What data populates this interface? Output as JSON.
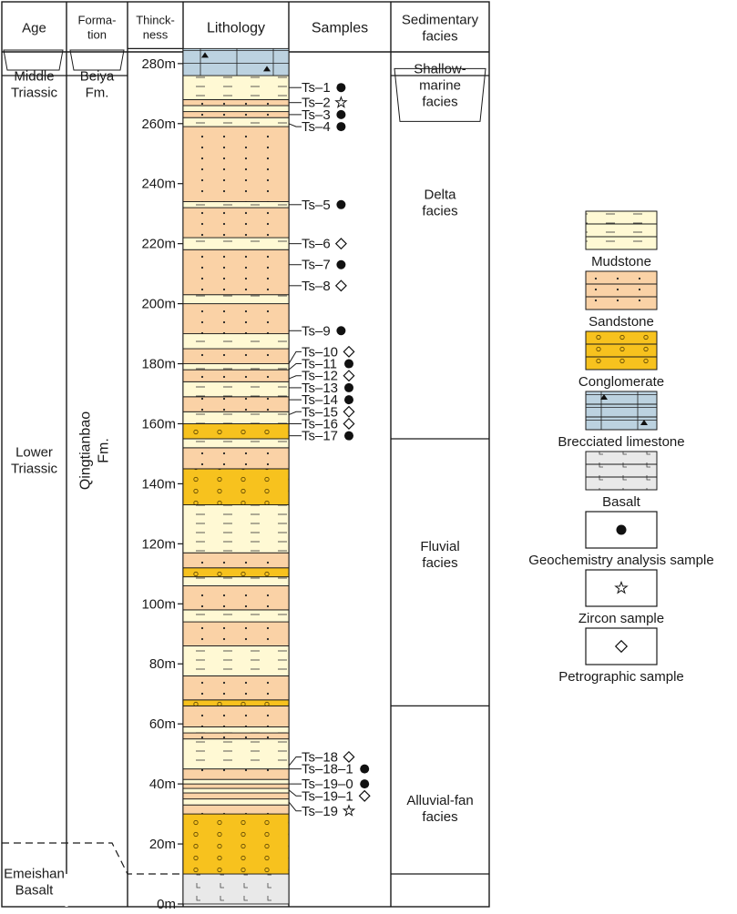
{
  "headers": {
    "age": "Age",
    "formation": [
      "Forma-",
      "tion"
    ],
    "thickness": [
      "Thinck-",
      "ness"
    ],
    "lithology": "Lithology",
    "samples": "Samples",
    "facies": [
      "Sedimentary",
      "facies"
    ]
  },
  "age": {
    "middle": [
      "Middle",
      "Triassic"
    ],
    "lower": [
      "Lower",
      "Triassic"
    ],
    "emeishan": [
      "Emeishan",
      "Basalt"
    ]
  },
  "formation": {
    "beiya": [
      "Beiya",
      "Fm."
    ],
    "qingtianbao": [
      "Qingtianbao",
      "Fm."
    ]
  },
  "depth_unit": "m",
  "depth_ticks": [
    0,
    20,
    40,
    60,
    80,
    100,
    120,
    140,
    160,
    180,
    200,
    220,
    240,
    260,
    280
  ],
  "facies": [
    {
      "label": [
        "Shallow-",
        "marine",
        "facies"
      ],
      "from": 276,
      "to": 285,
      "arrow": true
    },
    {
      "label": [
        "Delta",
        "facies"
      ],
      "from": 155,
      "to": 276
    },
    {
      "label": [
        "Fluvial",
        "facies"
      ],
      "from": 66,
      "to": 155
    },
    {
      "label": [
        "Alluvial-fan",
        "facies"
      ],
      "from": 10,
      "to": 66
    },
    {
      "label": [],
      "from": 0,
      "to": 10
    }
  ],
  "lithology": [
    {
      "type": "basalt",
      "from": 0,
      "to": 10
    },
    {
      "type": "conglomerate",
      "from": 10,
      "to": 30
    },
    {
      "type": "sandstone",
      "from": 30,
      "to": 33
    },
    {
      "type": "mudstone",
      "from": 33,
      "to": 35
    },
    {
      "type": "sandstone",
      "from": 35,
      "to": 37
    },
    {
      "type": "mudstone",
      "from": 37,
      "to": 38.5
    },
    {
      "type": "sandstone",
      "from": 38.5,
      "to": 40
    },
    {
      "type": "mudstone",
      "from": 40,
      "to": 41.5
    },
    {
      "type": "sandstone",
      "from": 41.5,
      "to": 45
    },
    {
      "type": "mudstone",
      "from": 45,
      "to": 55
    },
    {
      "type": "sandstone",
      "from": 55,
      "to": 57
    },
    {
      "type": "mudstone",
      "from": 57,
      "to": 59
    },
    {
      "type": "sandstone",
      "from": 59,
      "to": 66
    },
    {
      "type": "conglomerate",
      "from": 66,
      "to": 68
    },
    {
      "type": "sandstone",
      "from": 68,
      "to": 76
    },
    {
      "type": "mudstone",
      "from": 76,
      "to": 86
    },
    {
      "type": "sandstone",
      "from": 86,
      "to": 94
    },
    {
      "type": "mudstone",
      "from": 94,
      "to": 98
    },
    {
      "type": "sandstone",
      "from": 98,
      "to": 106
    },
    {
      "type": "mudstone",
      "from": 106,
      "to": 109
    },
    {
      "type": "conglomerate",
      "from": 109,
      "to": 112
    },
    {
      "type": "sandstone",
      "from": 112,
      "to": 117
    },
    {
      "type": "mudstone",
      "from": 117,
      "to": 133
    },
    {
      "type": "conglomerate",
      "from": 133,
      "to": 145
    },
    {
      "type": "sandstone",
      "from": 145,
      "to": 152
    },
    {
      "type": "mudstone",
      "from": 152,
      "to": 155
    },
    {
      "type": "conglomerate",
      "from": 155,
      "to": 160
    },
    {
      "type": "mudstone",
      "from": 160,
      "to": 164
    },
    {
      "type": "sandstone",
      "from": 164,
      "to": 169
    },
    {
      "type": "mudstone",
      "from": 169,
      "to": 174
    },
    {
      "type": "sandstone",
      "from": 174,
      "to": 178
    },
    {
      "type": "mudstone",
      "from": 178,
      "to": 180
    },
    {
      "type": "sandstone",
      "from": 180,
      "to": 185
    },
    {
      "type": "mudstone",
      "from": 185,
      "to": 190
    },
    {
      "type": "sandstone",
      "from": 190,
      "to": 200
    },
    {
      "type": "mudstone",
      "from": 200,
      "to": 203
    },
    {
      "type": "sandstone",
      "from": 203,
      "to": 218
    },
    {
      "type": "mudstone",
      "from": 218,
      "to": 222
    },
    {
      "type": "sandstone",
      "from": 222,
      "to": 232
    },
    {
      "type": "mudstone",
      "from": 232,
      "to": 234
    },
    {
      "type": "sandstone",
      "from": 234,
      "to": 259
    },
    {
      "type": "mudstone",
      "from": 259,
      "to": 262
    },
    {
      "type": "sandstone",
      "from": 262,
      "to": 264
    },
    {
      "type": "mudstone",
      "from": 264,
      "to": 266
    },
    {
      "type": "sandstone",
      "from": 266,
      "to": 268
    },
    {
      "type": "mudstone",
      "from": 268,
      "to": 276
    },
    {
      "type": "limestone",
      "from": 276,
      "to": 285
    }
  ],
  "samples": [
    {
      "id": "Ts–1",
      "depth": 272,
      "label_depth": 272,
      "kind": "geochem"
    },
    {
      "id": "Ts–2",
      "depth": 267,
      "label_depth": 267,
      "kind": "zircon"
    },
    {
      "id": "Ts–3",
      "depth": 263,
      "label_depth": 263,
      "kind": "geochem"
    },
    {
      "id": "Ts–4",
      "depth": 260,
      "label_depth": 259,
      "kind": "geochem"
    },
    {
      "id": "Ts–5",
      "depth": 233,
      "label_depth": 233,
      "kind": "geochem"
    },
    {
      "id": "Ts–6",
      "depth": 220,
      "label_depth": 220,
      "kind": "petro"
    },
    {
      "id": "Ts–7",
      "depth": 213,
      "label_depth": 213,
      "kind": "geochem"
    },
    {
      "id": "Ts–8",
      "depth": 206,
      "label_depth": 206,
      "kind": "petro"
    },
    {
      "id": "Ts–9",
      "depth": 191,
      "label_depth": 191,
      "kind": "geochem"
    },
    {
      "id": "Ts–10",
      "depth": 180,
      "label_depth": 184,
      "kind": "petro"
    },
    {
      "id": "Ts–11",
      "depth": 178,
      "label_depth": 180,
      "kind": "geochem"
    },
    {
      "id": "Ts–12",
      "depth": 175,
      "label_depth": 176,
      "kind": "petro"
    },
    {
      "id": "Ts–13",
      "depth": 172,
      "label_depth": 172,
      "kind": "geochem"
    },
    {
      "id": "Ts–14",
      "depth": 168,
      "label_depth": 168,
      "kind": "geochem"
    },
    {
      "id": "Ts–15",
      "depth": 163,
      "label_depth": 164,
      "kind": "petro"
    },
    {
      "id": "Ts–16",
      "depth": 160,
      "label_depth": 160,
      "kind": "petro"
    },
    {
      "id": "Ts–17",
      "depth": 156,
      "label_depth": 156,
      "kind": "geochem"
    },
    {
      "id": "Ts–18",
      "depth": 46,
      "label_depth": 49,
      "kind": "petro"
    },
    {
      "id": "Ts–18–1",
      "depth": 45,
      "label_depth": 45,
      "kind": "geochem"
    },
    {
      "id": "Ts–19–0",
      "depth": 40,
      "label_depth": 40,
      "kind": "geochem"
    },
    {
      "id": "Ts–19–1",
      "depth": 38,
      "label_depth": 36,
      "kind": "petro"
    },
    {
      "id": "Ts–19",
      "depth": 34,
      "label_depth": 31,
      "kind": "zircon"
    }
  ],
  "legend": [
    {
      "type": "mudstone",
      "label": "Mudstone"
    },
    {
      "type": "sandstone",
      "label": "Sandstone"
    },
    {
      "type": "conglomerate",
      "label": "Conglomerate"
    },
    {
      "type": "limestone",
      "label": "Brecciated limestone"
    },
    {
      "type": "basalt",
      "label": "Basalt"
    },
    {
      "type": "geochem",
      "label": "Geochemistry analysis sample"
    },
    {
      "type": "zircon",
      "label": "Zircon sample"
    },
    {
      "type": "petro",
      "label": "Petrographic sample"
    }
  ],
  "colors": {
    "mudstone": "#fff9d4",
    "sandstone": "#fad2a6",
    "conglomerate": "#f7c21e",
    "limestone": "#bcd2e0",
    "basalt": "#e9e9e9",
    "line": "#1a1a1a"
  }
}
